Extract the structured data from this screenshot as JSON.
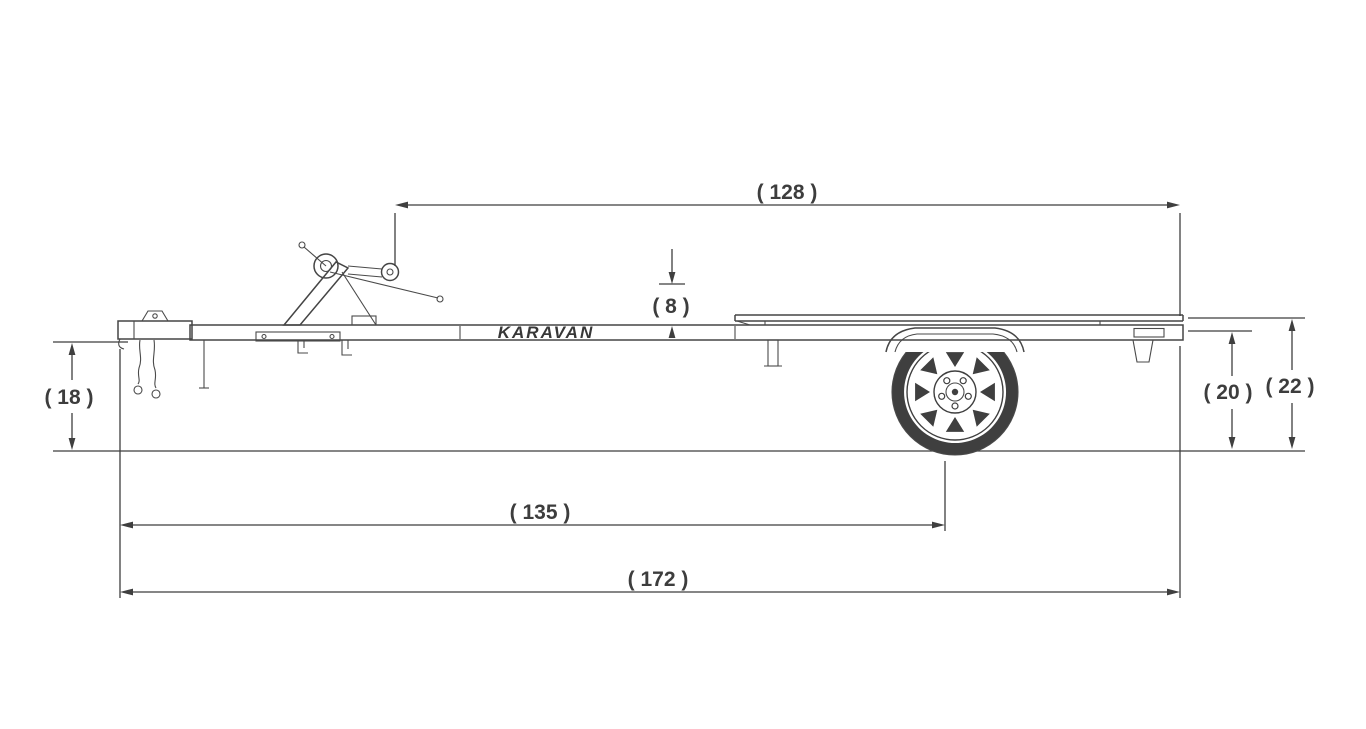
{
  "diagram": {
    "brand": "KARAVAN",
    "colors": {
      "line_dark": "#3e3e3e",
      "background": "#ffffff"
    },
    "dimensions": {
      "dim_128": {
        "label": "( 128 )",
        "value": 128
      },
      "dim_8": {
        "label": "( 8 )",
        "value": 8
      },
      "dim_18": {
        "label": "( 18 )",
        "value": 18
      },
      "dim_20": {
        "label": "( 20 )",
        "value": 20
      },
      "dim_22": {
        "label": "( 22 )",
        "value": 22
      },
      "dim_135": {
        "label": "( 135 )",
        "value": 135
      },
      "dim_172": {
        "label": "( 172 )",
        "value": 172
      }
    }
  }
}
